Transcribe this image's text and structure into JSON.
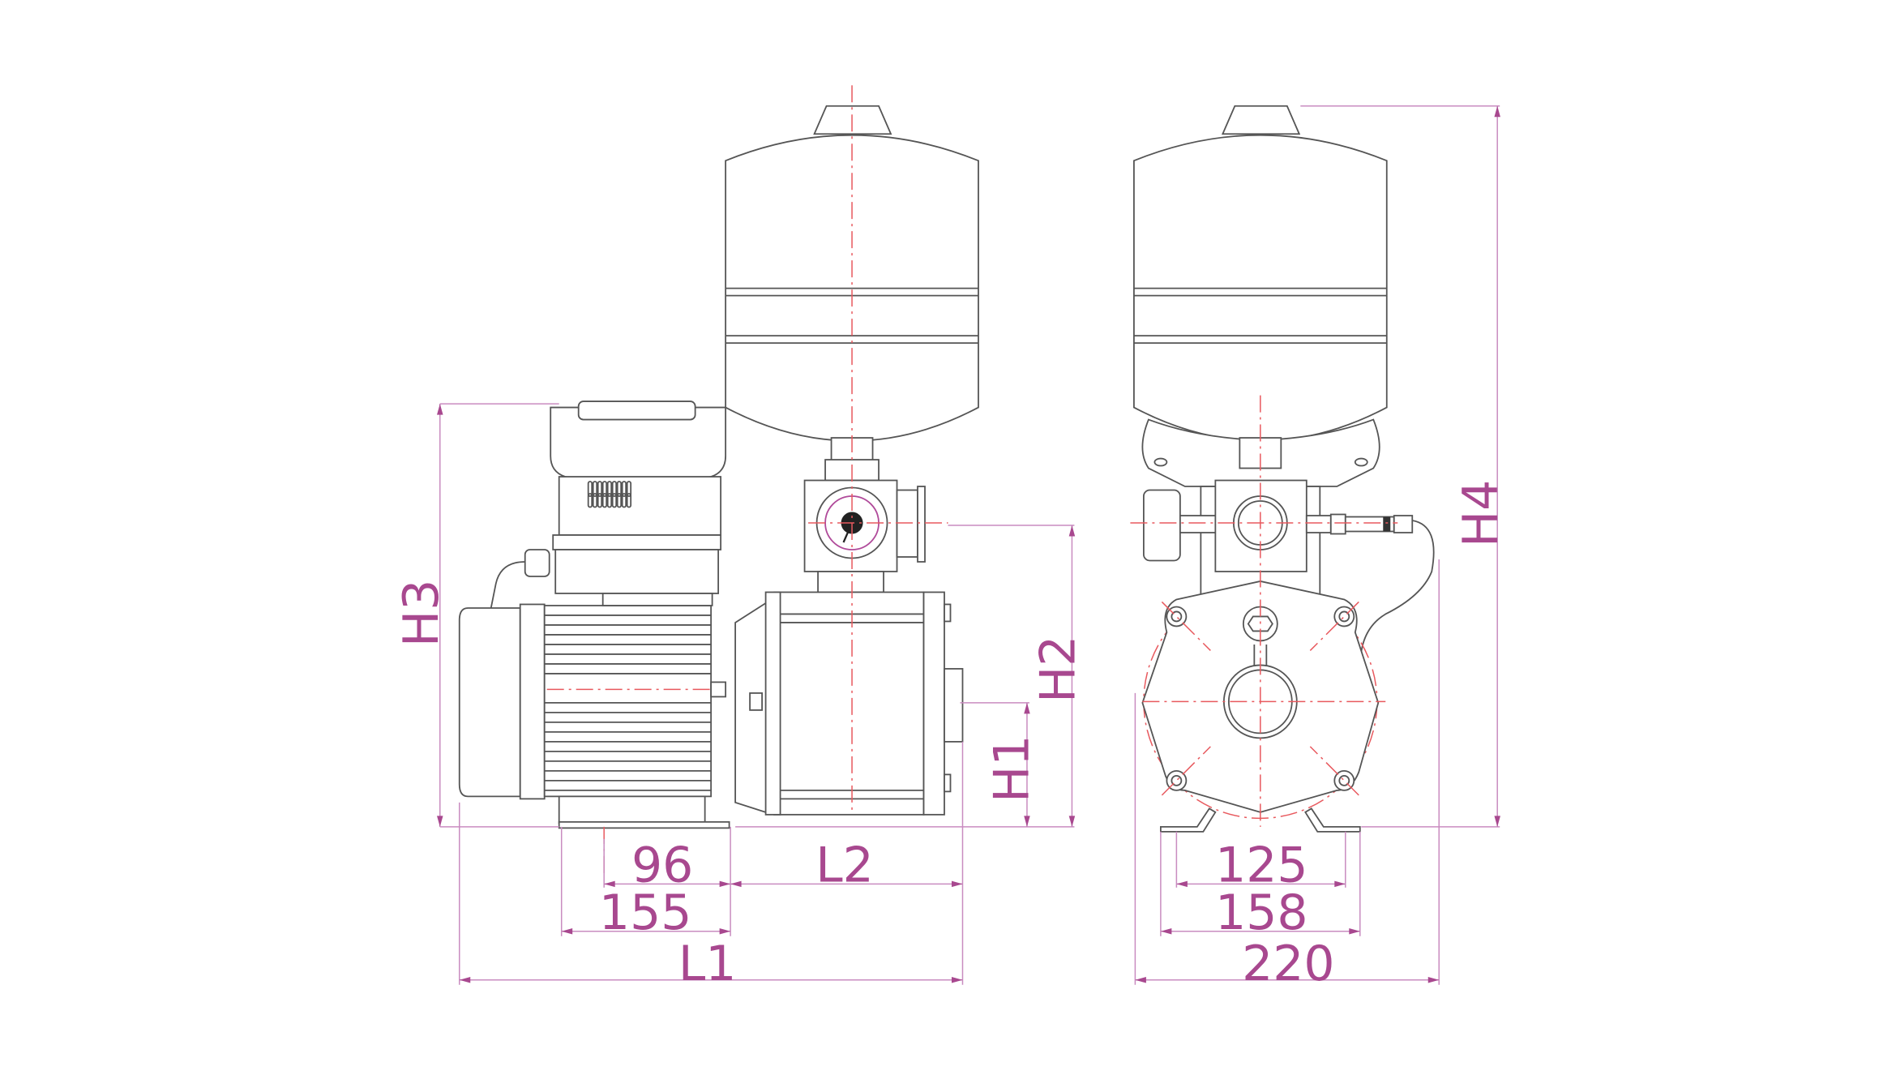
{
  "drawing": {
    "colors": {
      "outline": "#555555",
      "centerline": "#e8595e",
      "dimension": "#a8488f"
    },
    "vertical_labels": {
      "h1": "H1",
      "h2": "H2",
      "h3": "H3",
      "h4": "H4"
    },
    "side_view_dims": {
      "d96": "96",
      "d155": "155",
      "l1": "L1",
      "l2": "L2"
    },
    "front_view_dims": {
      "d125": "125",
      "d158": "158",
      "d220": "220"
    }
  }
}
